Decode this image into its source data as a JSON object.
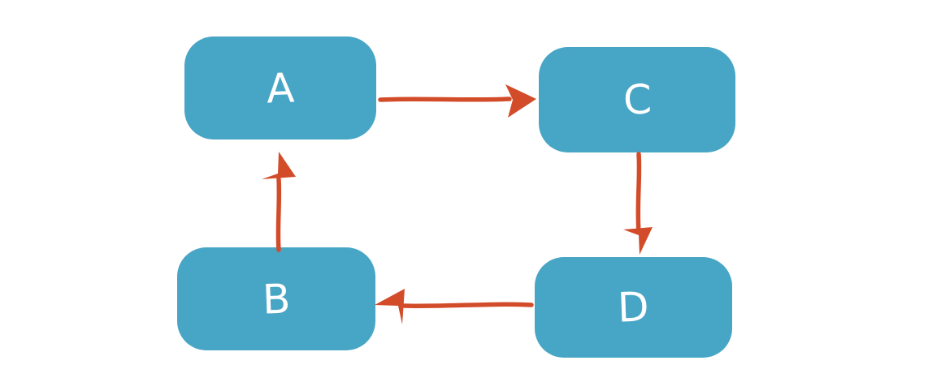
{
  "diagram": {
    "type": "flowchart",
    "nodes": {
      "a": {
        "label": "A"
      },
      "b": {
        "label": "B"
      },
      "c": {
        "label": "C"
      },
      "d": {
        "label": "D"
      }
    },
    "edges": [
      {
        "from": "A",
        "to": "C",
        "direction": "right"
      },
      {
        "from": "C",
        "to": "D",
        "direction": "down"
      },
      {
        "from": "D",
        "to": "B",
        "direction": "left"
      },
      {
        "from": "B",
        "to": "A",
        "direction": "up"
      }
    ]
  },
  "colors": {
    "background": "#ffffff",
    "node_fill": "#47a5c5",
    "node_label": "#ffffff",
    "arrow": "#d34c2a"
  }
}
